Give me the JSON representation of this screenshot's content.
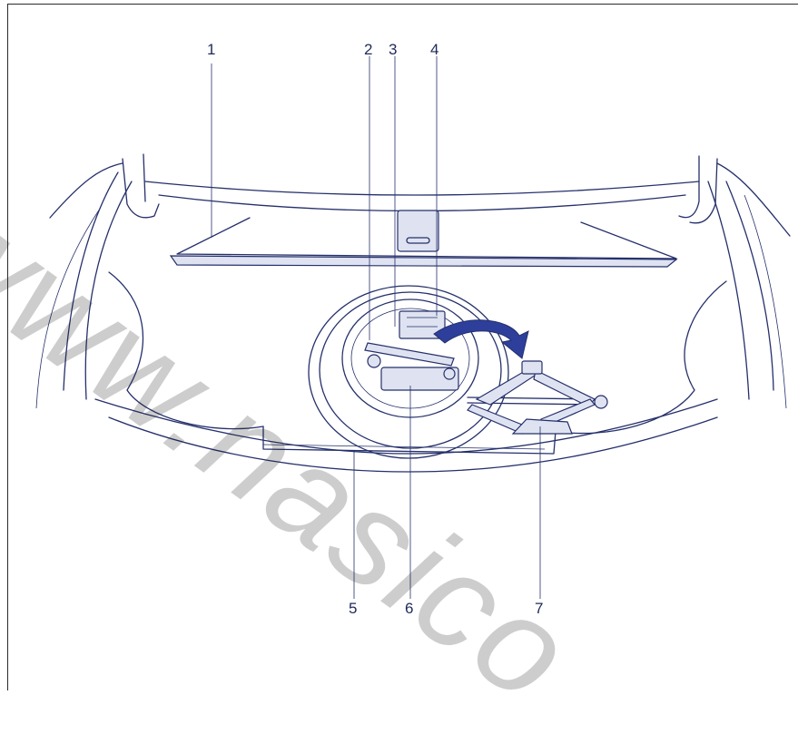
{
  "callouts": [
    {
      "id": "1",
      "label": "1"
    },
    {
      "id": "2",
      "label": "2"
    },
    {
      "id": "3",
      "label": "3"
    },
    {
      "id": "4",
      "label": "4"
    },
    {
      "id": "5",
      "label": "5"
    },
    {
      "id": "6",
      "label": "6"
    },
    {
      "id": "7",
      "label": "7"
    }
  ],
  "watermark": "www.nasico",
  "colors": {
    "line": "#25306b",
    "arrow": "#2d3f9b",
    "fill": "#dfe3f1"
  }
}
